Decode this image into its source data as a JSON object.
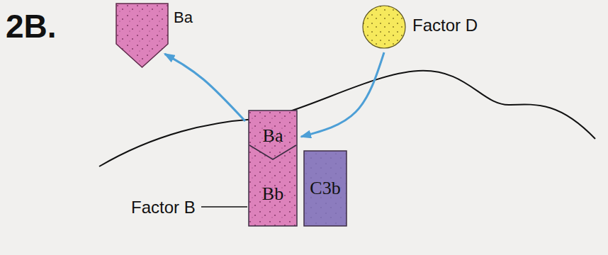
{
  "diagram": {
    "nodes": [
      {
        "text": [
          "Ba"
        ]
      },
      {
        "text": [
          "Factor D"
        ]
      },
      {
        "text": [
          "Factor B"
        ]
      },
      {
        "text": [
          "Ba"
        ],
        "in": 2
      },
      {
        "text": [
          "Bb"
        ],
        "in": 2
      },
      {
        "text": [
          "C3b"
        ]
      }
    ],
    "edges": [
      {
        "from": 3,
        "to": 0,
        "arrow": "to"
      },
      {
        "from": 1,
        "to": 3,
        "arrow": "to"
      }
    ],
    "labels": [
      "2B."
    ]
  }
}
